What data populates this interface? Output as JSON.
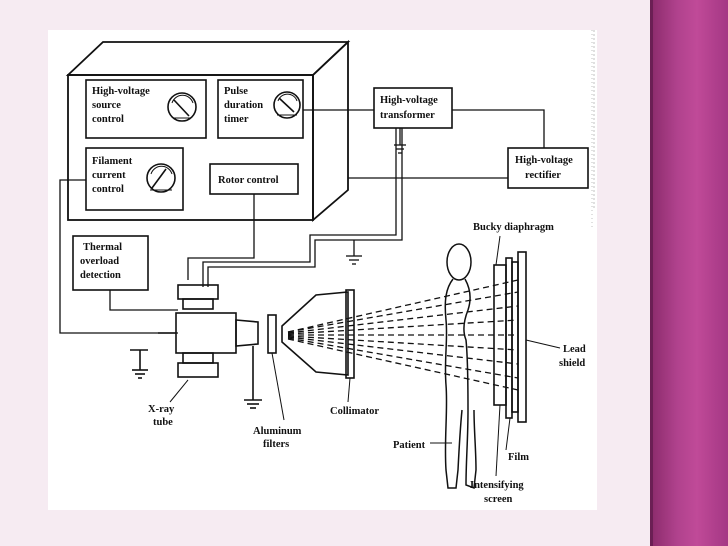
{
  "diagram": {
    "labels": {
      "hv_source_control": [
        "High-voltage",
        "source",
        "control"
      ],
      "pulse_timer": [
        "Pulse",
        "duration",
        "timer"
      ],
      "filament_control": [
        "Filament",
        "current",
        "control"
      ],
      "rotor_control": "Rotor control",
      "hv_transformer": [
        "High-voltage",
        "transformer"
      ],
      "hv_rectifier": [
        "High-voltage",
        "rectifier"
      ],
      "thermal_overload": [
        "Thermal",
        "overload",
        "detection"
      ],
      "xray_tube": [
        "X-ray",
        "tube"
      ],
      "aluminum_filters": [
        "Aluminum",
        "filters"
      ],
      "collimator": "Collimator",
      "patient": "Patient",
      "bucky_diaphragm": "Bucky diaphragm",
      "film": "Film",
      "intensifying_screen": [
        "Intensifying",
        "screen"
      ],
      "lead_shield": [
        "Lead",
        "shield"
      ]
    },
    "icons": [
      "meter-dial-icon",
      "ground-symbol-icon"
    ]
  }
}
